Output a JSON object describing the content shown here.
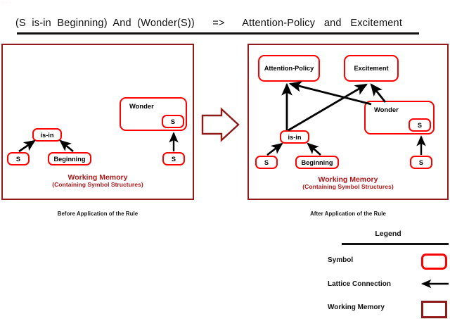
{
  "page": {
    "ghost_text": "......",
    "rule": {
      "text": "(S  is-in  Beginning)  And  (Wonder(S))      =>      Attention-Policy   and   Excitement",
      "antecedent_1": "(S is-in Beginning)",
      "connective": "And",
      "antecedent_2": "(Wonder(S))",
      "implies": "=>",
      "consequent_1": "Attention-Policy",
      "consequent_connective": "and",
      "consequent_2": "Excitement"
    }
  },
  "colors": {
    "symbol_border": "#fe0000",
    "working_memory_border": "#8e1a1a",
    "working_memory_text": "#b01a1a",
    "connection": "#000000",
    "background": "#ffffff"
  },
  "panel_before": {
    "caption": "Before Application of the Rule",
    "wm_label_line1": "Working Memory",
    "wm_label_line2": "(Containing Symbol Structures)",
    "nodes": {
      "is_in": "is-in",
      "s_left": "S",
      "beginning": "Beginning",
      "wonder": "Wonder",
      "wonder_inner_s": "S",
      "s_below_wonder": "S"
    },
    "connections": [
      {
        "from": "S",
        "to": "is-in"
      },
      {
        "from": "Beginning",
        "to": "is-in"
      },
      {
        "from": "S",
        "to": "Wonder"
      }
    ]
  },
  "panel_after": {
    "caption": "After Application of the Rule",
    "wm_label_line1": "Working Memory",
    "wm_label_line2": "(Containing Symbol Structures)",
    "nodes": {
      "attention_policy": "Attention-Policy",
      "excitement": "Excitement",
      "is_in": "is-in",
      "s_left": "S",
      "beginning": "Beginning",
      "wonder": "Wonder",
      "wonder_inner_s": "S",
      "s_below_wonder": "S"
    },
    "connections": [
      {
        "from": "S",
        "to": "is-in"
      },
      {
        "from": "Beginning",
        "to": "is-in"
      },
      {
        "from": "S",
        "to": "Wonder"
      },
      {
        "from": "is-in",
        "to": "Attention-Policy"
      },
      {
        "from": "is-in",
        "to": "Excitement"
      },
      {
        "from": "Wonder",
        "to": "Attention-Policy"
      },
      {
        "from": "Wonder",
        "to": "Excitement"
      }
    ]
  },
  "transition": {
    "direction": "right",
    "meaning": "rule application"
  },
  "legend": {
    "title": "Legend",
    "rows": [
      {
        "label": "Symbol",
        "swatch": "rounded-red-rectangle"
      },
      {
        "label": "Lattice Connection",
        "swatch": "left-arrow"
      },
      {
        "label": "Working Memory",
        "swatch": "dark-red-rectangle"
      }
    ]
  }
}
